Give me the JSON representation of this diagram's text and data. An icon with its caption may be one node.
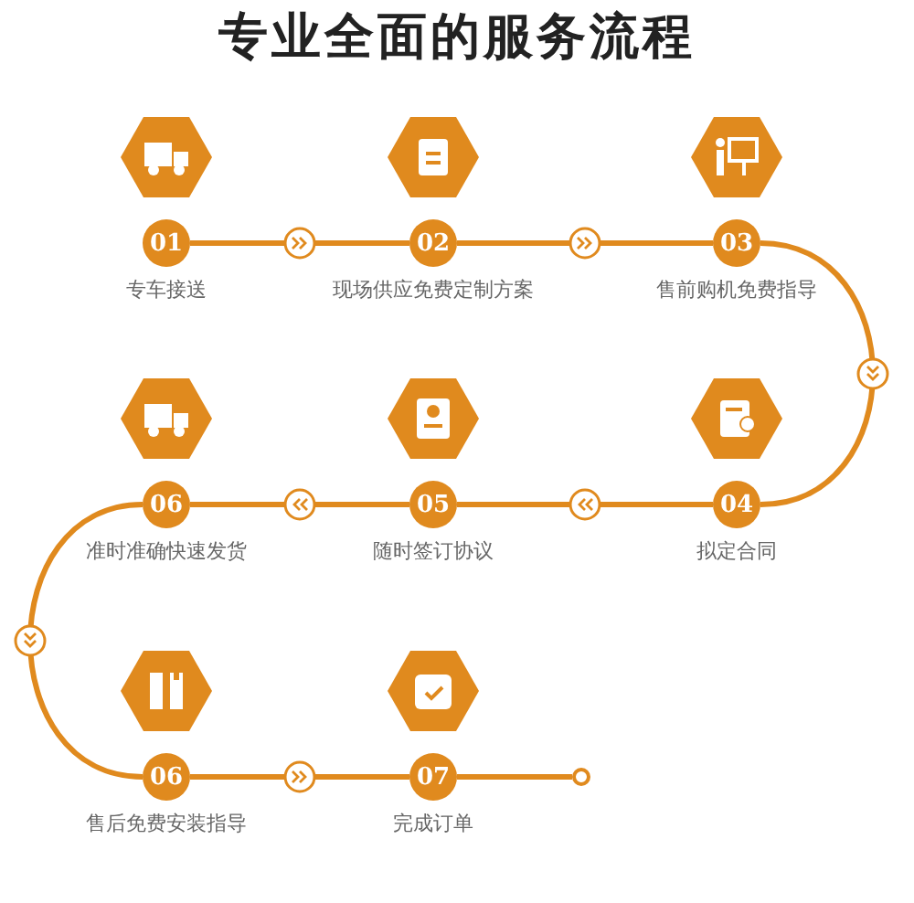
{
  "diagram": {
    "title": "专业全面的服务流程",
    "nodes": [
      {
        "text": [
          "01"
        ],
        "beside": [
          "专车接送"
        ]
      },
      {
        "text": [
          "02"
        ],
        "beside": [
          "现场供应免费定制方案"
        ]
      },
      {
        "text": [
          "03"
        ],
        "beside": [
          "售前购机免费指导"
        ]
      },
      {
        "text": [
          "04"
        ],
        "beside": [
          "拟定合同"
        ]
      },
      {
        "text": [
          "05"
        ],
        "beside": [
          "随时签订协议"
        ]
      },
      {
        "text": [
          "06"
        ],
        "beside": [
          "准时准确快速发货"
        ]
      },
      {
        "text": [
          "06"
        ],
        "beside": [
          "售后免费安装指导"
        ]
      },
      {
        "text": [
          "07"
        ],
        "beside": [
          "完成订单"
        ]
      },
      {
        "text": [],
        "shape": "circle"
      }
    ],
    "edges": [
      {
        "from": 0,
        "to": 1,
        "arrow": "to"
      },
      {
        "from": 1,
        "to": 2,
        "arrow": "to"
      },
      {
        "from": 2,
        "to": 3,
        "arrow": "to"
      },
      {
        "from": 3,
        "to": 4,
        "arrow": "to"
      },
      {
        "from": 4,
        "to": 5,
        "arrow": "to"
      },
      {
        "from": 5,
        "to": 6,
        "arrow": "to"
      },
      {
        "from": 6,
        "to": 7,
        "arrow": "to"
      },
      {
        "from": 7,
        "to": 8,
        "arrow": "none"
      }
    ]
  }
}
